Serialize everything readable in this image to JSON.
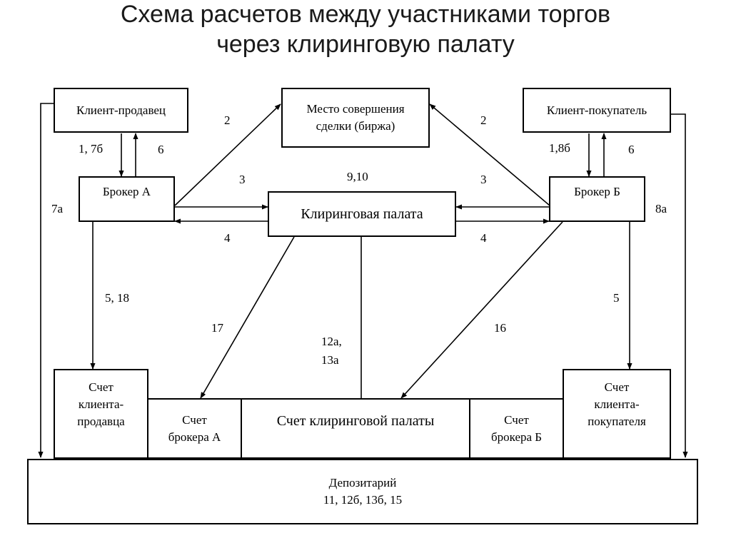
{
  "title": {
    "line1": "Схема расчетов между участниками  торгов",
    "line2": "через клиринговую палату"
  },
  "nodes": {
    "seller": "Клиент-продавец",
    "exchange_line1": "Место совершения",
    "exchange_line2": "сделки (биржа)",
    "buyer": "Клиент-покупатель",
    "broker_a": "Брокер А",
    "clearing_house": "Клиринговая палата",
    "broker_b": "Брокер Б",
    "seller_account_line1": "Счет",
    "seller_account_line2": "клиента-",
    "seller_account_line3": "продавца",
    "broker_a_account_line1": "Счет",
    "broker_a_account_line2": "брокера А",
    "clearing_account": "Счет клиринговой палаты",
    "broker_b_account_line1": "Счет",
    "broker_b_account_line2": "брокера Б",
    "buyer_account_line1": "Счет",
    "buyer_account_line2": "клиента-",
    "buyer_account_line3": "покупателя",
    "depository_line1": "Депозитарий",
    "depository_line2": "11, 12б, 13б, 15"
  },
  "step_labels": {
    "seller_to_broker_a": "1, 7б",
    "broker_a_to_seller": "6",
    "broker_a_to_exchange": "2",
    "broker_b_to_exchange": "2",
    "buyer_to_broker_b": "1,8б",
    "broker_b_to_buyer": "6",
    "broker_a_to_clearing": "3",
    "clearing_internal": "9,10",
    "broker_b_to_clearing": "3",
    "seller_to_depository": "7а",
    "buyer_to_depository": "8а",
    "clearing_to_broker_a": "4",
    "clearing_to_broker_b": "4",
    "broker_a_to_seller_account": "5, 18",
    "broker_b_to_buyer_account": "5",
    "clearing_to_broker_a_account": "17",
    "broker_b_to_clearing_account": "16",
    "clearing_to_depository_line1": "12а,",
    "clearing_to_depository_line2": "13а"
  }
}
